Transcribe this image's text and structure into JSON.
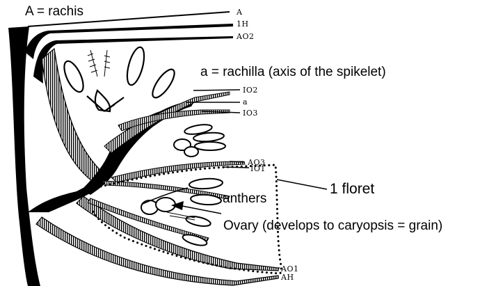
{
  "diagram": {
    "title_label": "A = rachis",
    "rachilla_label": "a = rachilla (axis of the spikelet)",
    "floret_label": "1 floret",
    "anthers_label": "anthers",
    "ovary_label": "Ovary (develops to caryopsis = grain)",
    "codes": {
      "A": "A",
      "IH": "1H",
      "AO2": "AO2",
      "IO2": "IO2",
      "a": "a",
      "IO3": "IO3",
      "AO3": "AO3",
      "IO1": "IO1",
      "AO1": "AO1",
      "AH": "AH"
    }
  }
}
